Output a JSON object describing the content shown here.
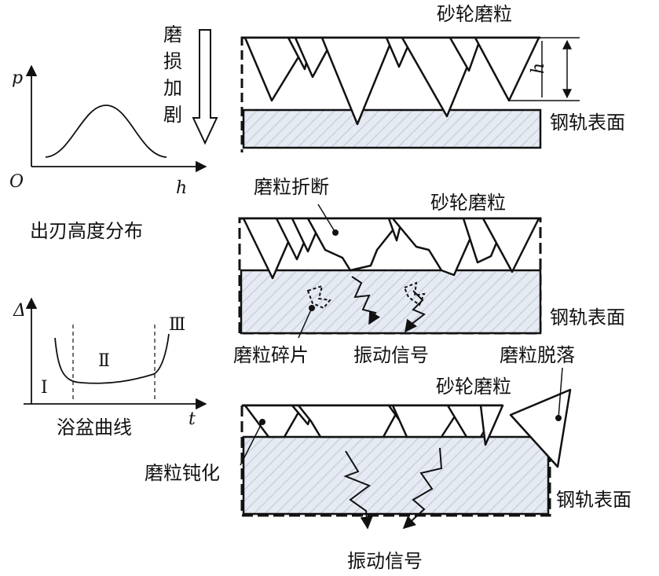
{
  "left_panel": {
    "dist_chart": {
      "y_axis_label": "p",
      "x_axis_label": "h",
      "origin_label": "O",
      "caption": "出刃高度分布"
    },
    "bathtub_chart": {
      "y_axis_label": "Δ",
      "x_axis_label": "t",
      "region_1": "Ⅰ",
      "region_2": "Ⅱ",
      "region_3": "Ⅲ",
      "caption": "浴盆曲线"
    }
  },
  "wear_arrow": {
    "chars": [
      "磨",
      "损",
      "加",
      "剧"
    ]
  },
  "stage_1": {
    "wheel_label": "砂轮磨粒",
    "rail_label": "钢轨表面",
    "dimension_label": "h"
  },
  "stage_2": {
    "break_label": "磨粒折断",
    "wheel_label": "砂轮磨粒",
    "rail_label": "钢轨表面",
    "fragment_label": "磨粒碎片",
    "signal_label": "振动信号"
  },
  "stage_3": {
    "wheel_label": "砂轮磨粒",
    "detach_label": "磨粒脱落",
    "dull_label": "磨粒钝化",
    "rail_label": "钢轨表面",
    "signal_label": "振动信号"
  },
  "colors": {
    "line": "#111111",
    "rail_fill": "#e6ebf3",
    "hatch": "#c6cedb"
  }
}
